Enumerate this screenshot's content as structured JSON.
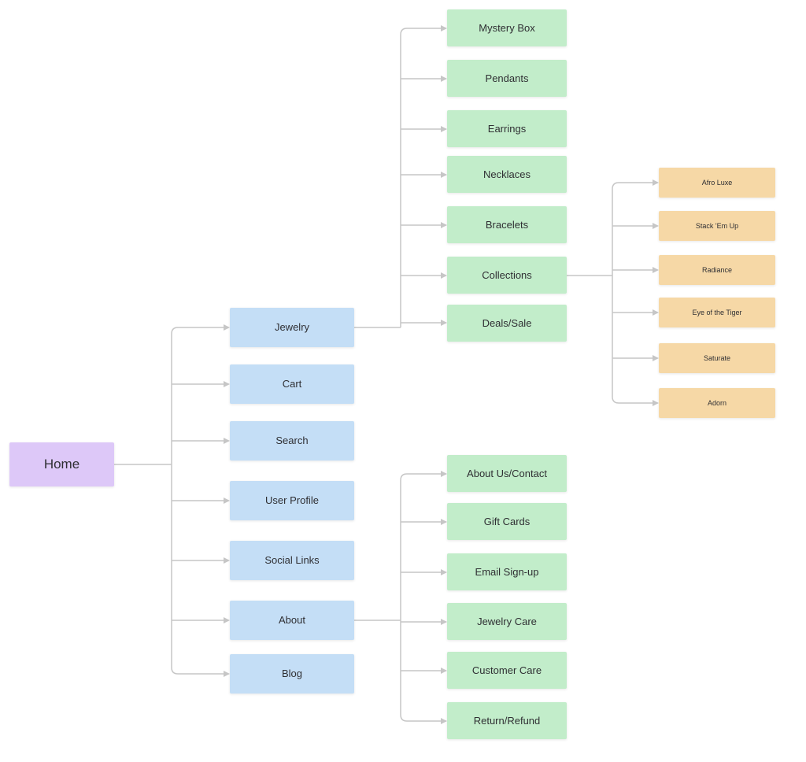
{
  "diagram": {
    "type": "sitemap-flowchart",
    "root": {
      "label": "Home"
    },
    "level1": [
      {
        "label": "Jewelry"
      },
      {
        "label": "Cart"
      },
      {
        "label": "Search"
      },
      {
        "label": "User Profile"
      },
      {
        "label": "Social Links"
      },
      {
        "label": "About"
      },
      {
        "label": "Blog"
      }
    ],
    "jewelry_children": [
      {
        "label": "Mystery Box"
      },
      {
        "label": "Pendants"
      },
      {
        "label": "Earrings"
      },
      {
        "label": "Necklaces"
      },
      {
        "label": "Bracelets"
      },
      {
        "label": "Collections"
      },
      {
        "label": "Deals/Sale"
      }
    ],
    "collections_children": [
      {
        "label": "Afro Luxe"
      },
      {
        "label": "Stack 'Em Up"
      },
      {
        "label": "Radiance"
      },
      {
        "label": "Eye of the Tiger"
      },
      {
        "label": "Saturate"
      },
      {
        "label": "Adorn"
      }
    ],
    "about_children": [
      {
        "label": "About Us/Contact"
      },
      {
        "label": "Gift Cards"
      },
      {
        "label": "Email Sign-up"
      },
      {
        "label": "Jewelry Care"
      },
      {
        "label": "Customer Care"
      },
      {
        "label": "Return/Refund"
      }
    ],
    "colors": {
      "root_node": "#ddc8f8",
      "level1_node": "#c4def6",
      "level2_node": "#c2edca",
      "level3_node": "#f6d8a6",
      "connector": "#c6c6c6",
      "text": "#2f2f33",
      "background": "#ffffff"
    }
  }
}
